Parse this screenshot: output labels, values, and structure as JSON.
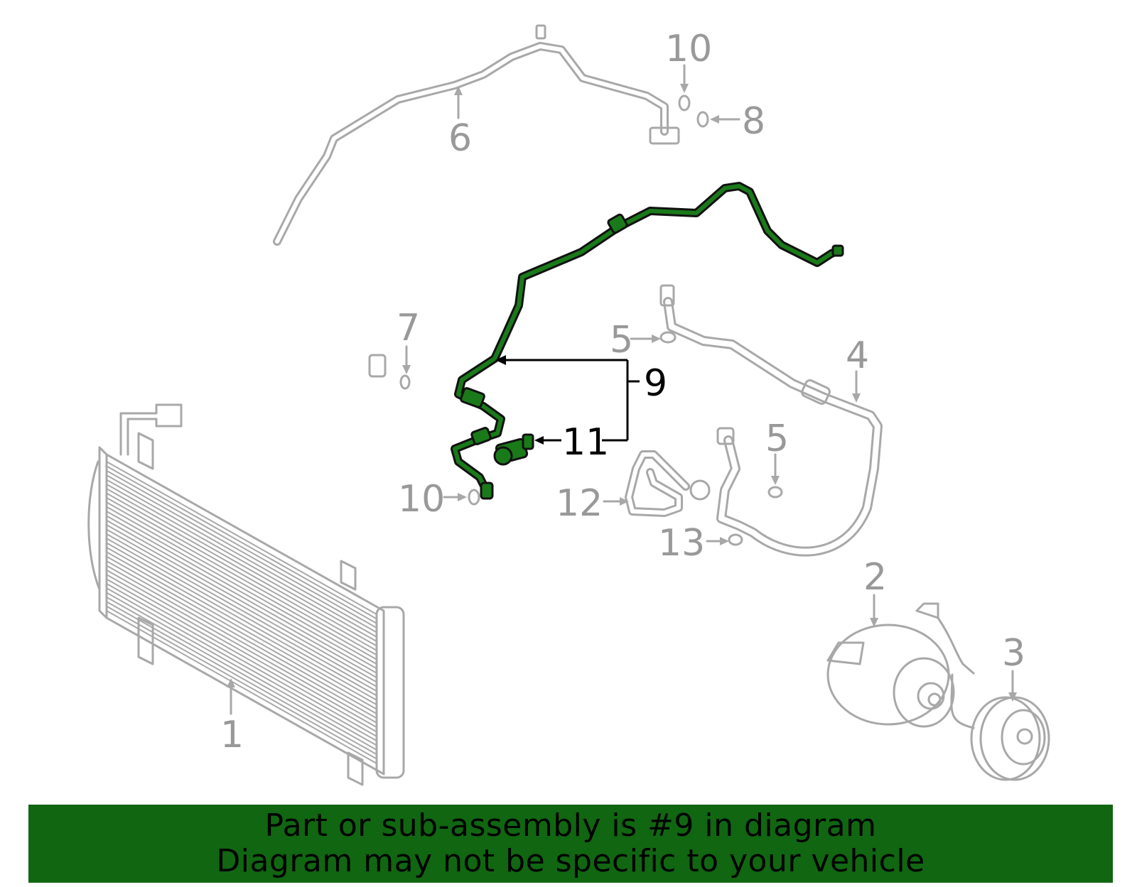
{
  "callouts": {
    "c1": "1",
    "c2": "2",
    "c3": "3",
    "c4": "4",
    "c5a": "5",
    "c5b": "5",
    "c6": "6",
    "c7": "7",
    "c8": "8",
    "c9": "9",
    "c10a": "10",
    "c10b": "10",
    "c11": "11",
    "c12": "12",
    "c13": "13"
  },
  "highlight": {
    "part_number": "9",
    "color": "#116611"
  },
  "banner": {
    "line1": "Part or sub-assembly is #9 in diagram",
    "line2": "Diagram may not be specific to your vehicle"
  },
  "colors": {
    "inactive_parts": "#a8a8a8",
    "callout_text": "#999999",
    "highlight_fill": "#1a7a1a"
  }
}
